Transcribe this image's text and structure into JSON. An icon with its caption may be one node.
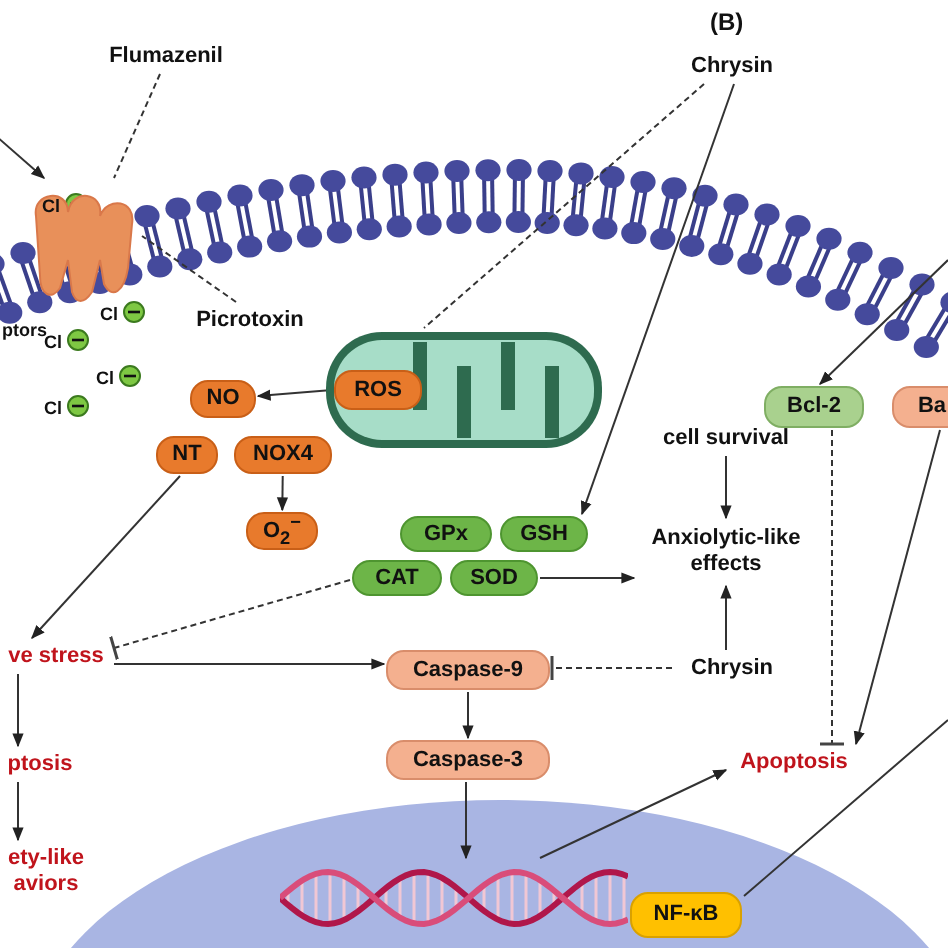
{
  "diagram": {
    "nodes": [
      {
        "text": [
          "Flumazenil"
        ]
      },
      {
        "text": [],
        "shape": "picture"
      },
      {
        "text": [
          "Picrotoxin"
        ]
      },
      {
        "text": [
          "Chrysin"
        ]
      },
      {
        "text": [],
        "shape": "picture"
      },
      {
        "text": [
          "ROS"
        ],
        "in": 4
      },
      {
        "text": [
          "NO"
        ]
      },
      {
        "text": [
          "NT"
        ]
      },
      {
        "text": [
          "NOX4"
        ]
      },
      {
        "text": [
          "O$_{2}$$^{−}$"
        ]
      },
      {
        "text": [
          "GPx"
        ]
      },
      {
        "text": [
          "GSH"
        ]
      },
      {
        "text": [
          "CAT"
        ]
      },
      {
        "text": [
          "SOD"
        ]
      },
      {
        "text": [
          "Bcl-2"
        ]
      },
      {
        "text": [
          "Ba"
        ]
      },
      {
        "text": [
          "cell survival"
        ]
      },
      {
        "text": [
          "Anxiolytic-like effects"
        ]
      },
      {
        "text": [
          "ve stress"
        ]
      },
      {
        "text": [
          "Caspase-9"
        ]
      },
      {
        "text": [
          "Chrysin"
        ]
      },
      {
        "text": [
          "ptosis"
        ]
      },
      {
        "text": [
          "Caspase-3"
        ]
      },
      {
        "text": [
          "Apoptosis"
        ]
      },
      {
        "text": [
          "ety-like aviors"
        ]
      },
      {
        "text": [],
        "shape": "picture"
      },
      {
        "text": [
          "NF-κB"
        ]
      }
    ],
    "edges": [
      {
        "from": null,
        "to": 1,
        "arrow": "to"
      },
      {
        "from": 0,
        "to": 1,
        "arrow": "none",
        "style": "dashed"
      },
      {
        "from": 2,
        "to": 1,
        "arrow": "none",
        "style": "dashed"
      },
      {
        "from": 3,
        "to": 4,
        "arrow": "none",
        "style": "dashed"
      },
      {
        "from": 3,
        "to": 11,
        "arrow": "to"
      },
      {
        "from": 5,
        "to": 6,
        "arrow": "to"
      },
      {
        "from": 8,
        "to": 9,
        "arrow": "to"
      },
      {
        "from": 7,
        "to": 18,
        "arrow": "to"
      },
      {
        "from": 12,
        "to": 18,
        "arrow": "other",
        "style": "dashed"
      },
      {
        "from": null,
        "to": 14,
        "arrow": "to"
      },
      {
        "from": 16,
        "to": 17,
        "arrow": "to"
      },
      {
        "from": 13,
        "to": 17,
        "arrow": "to"
      },
      {
        "from": 20,
        "to": 17,
        "arrow": "to"
      },
      {
        "from": 20,
        "to": 19,
        "arrow": "other",
        "style": "dashed"
      },
      {
        "from": 18,
        "to": 19,
        "arrow": "to"
      },
      {
        "from": 18,
        "to": 21,
        "arrow": "to"
      },
      {
        "from": 21,
        "to": 24,
        "arrow": "to"
      },
      {
        "from": 19,
        "to": 22,
        "arrow": "to"
      },
      {
        "from": 22,
        "to": 25,
        "arrow": "to"
      },
      {
        "from": 25,
        "to": 23,
        "arrow": "to"
      },
      {
        "from": 14,
        "to": 23,
        "arrow": "other",
        "style": "dashed"
      },
      {
        "from": 15,
        "to": 23,
        "arrow": "to"
      },
      {
        "from": 26,
        "to": null,
        "arrow": "none"
      }
    ],
    "labels": [
      "(B)",
      "Cl",
      "ptors",
      "Cl",
      "Cl",
      "Cl",
      "Cl"
    ]
  }
}
